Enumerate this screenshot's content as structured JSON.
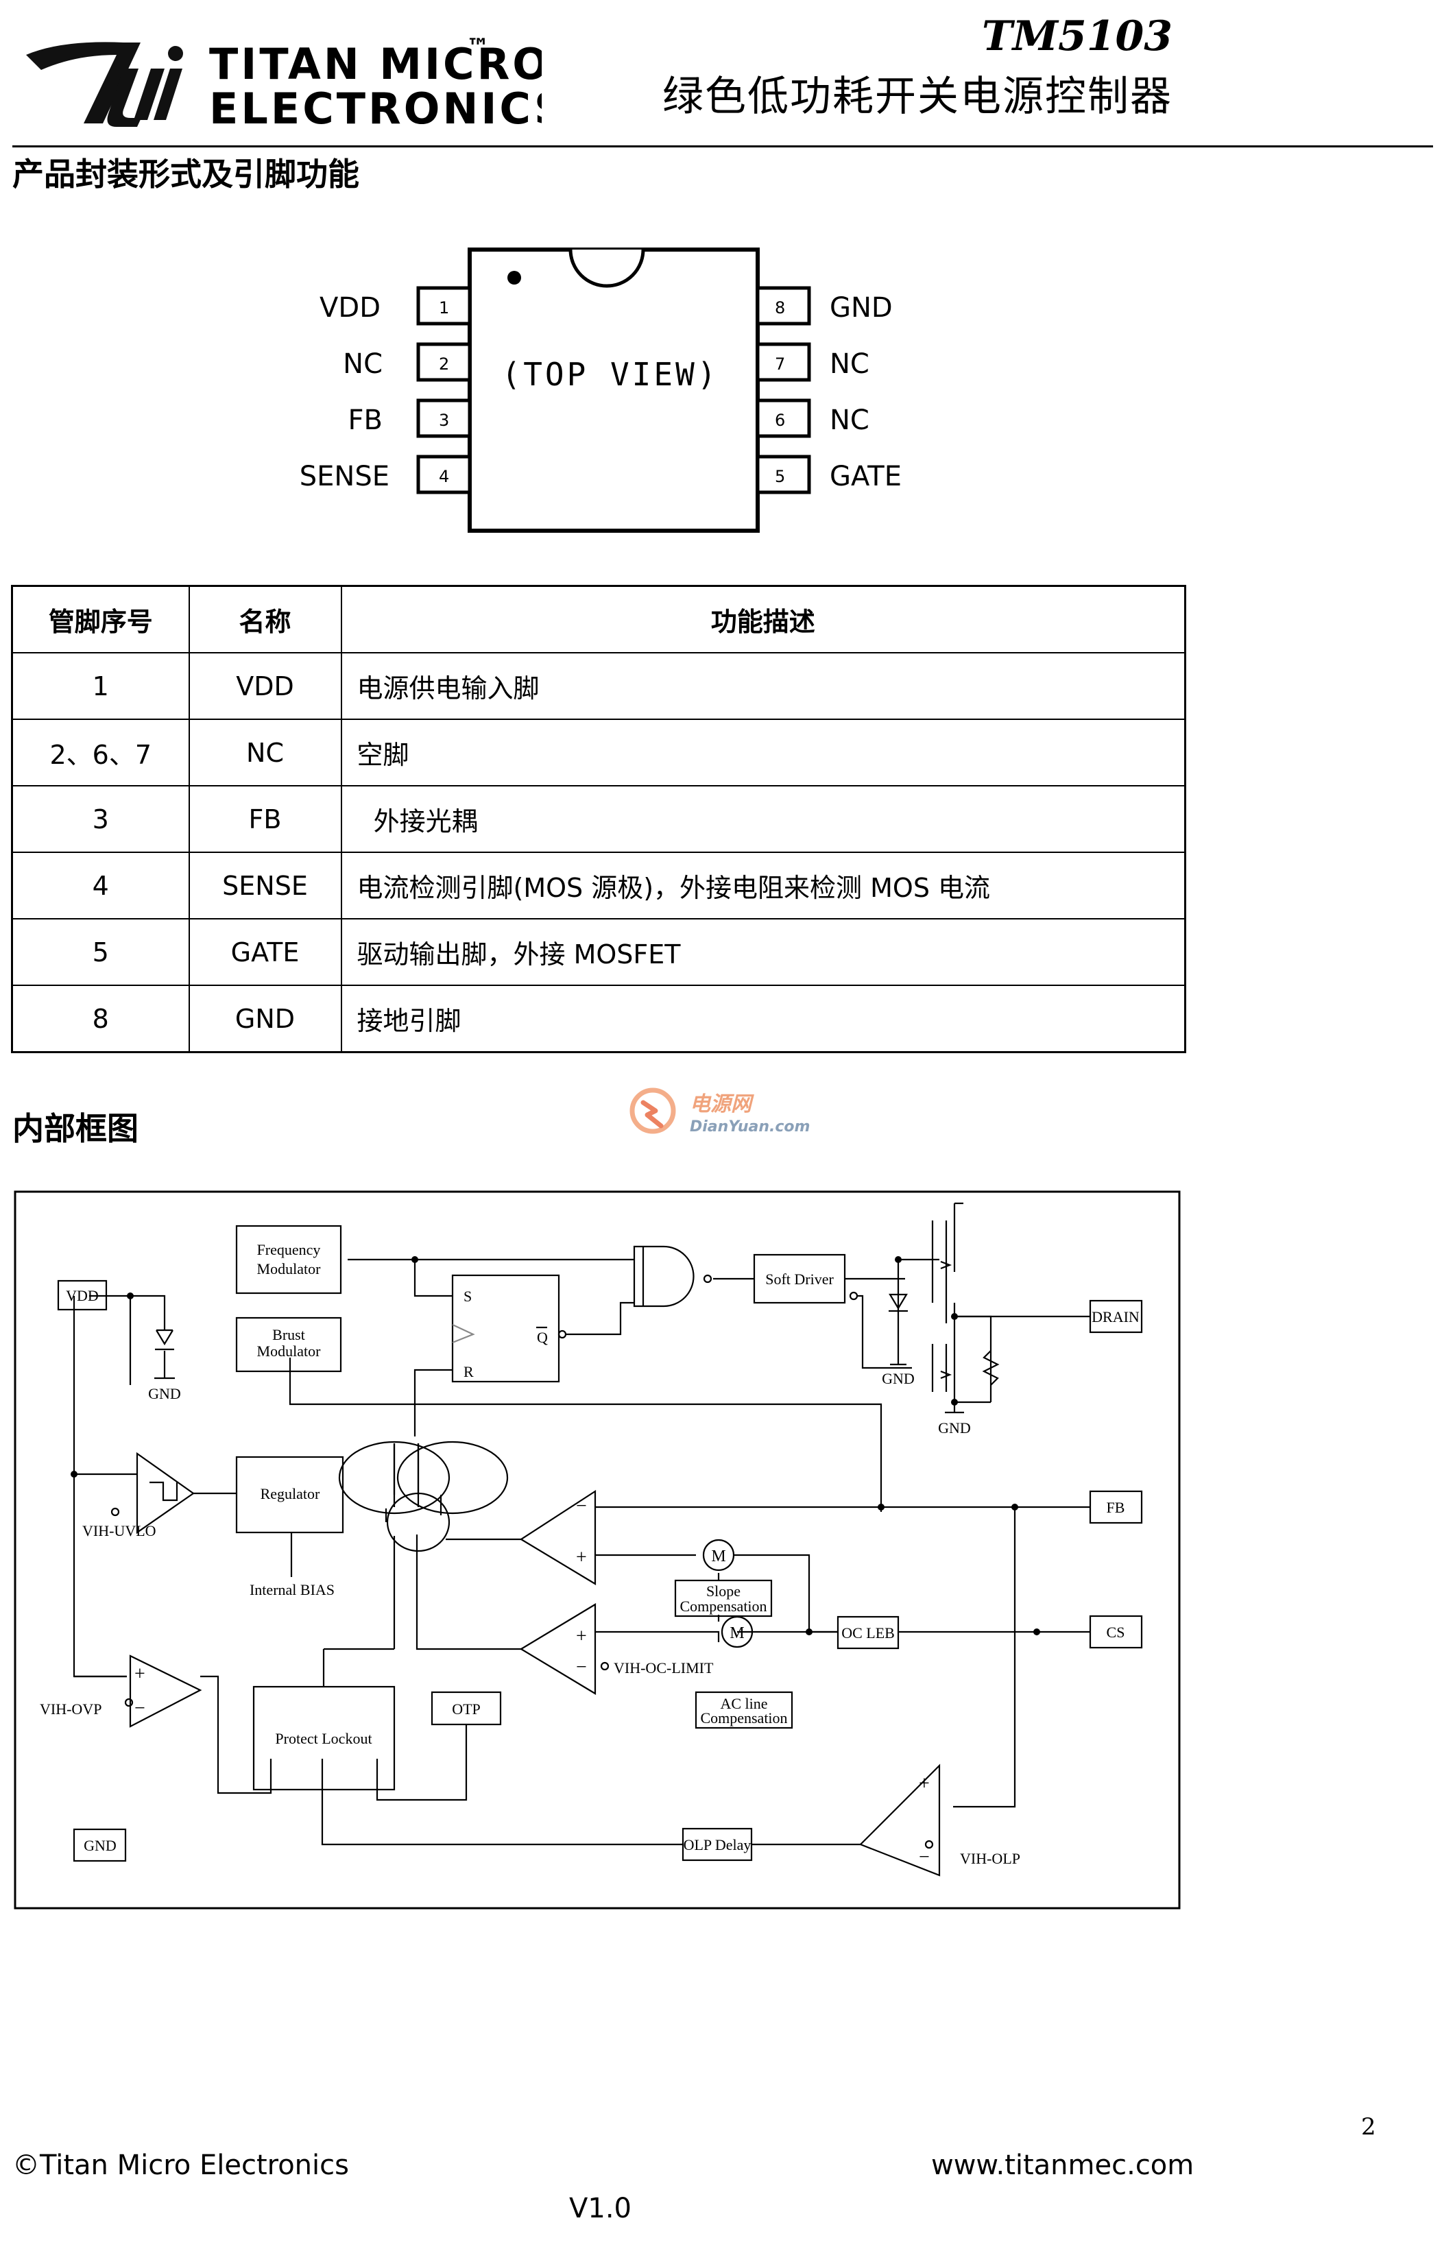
{
  "header": {
    "company_line1": "TITAN MICRO",
    "company_line2": "ELECTRONICS",
    "trademark": "™",
    "part_number": "TM5103",
    "doc_title": "绿色低功耗开关电源控制器"
  },
  "sections": {
    "package": "产品封装形式及引脚功能",
    "block_diagram": "内部框图"
  },
  "package": {
    "center_label": "(TOP VIEW)",
    "left_pins": [
      {
        "num": "1",
        "name": "VDD"
      },
      {
        "num": "2",
        "name": "NC"
      },
      {
        "num": "3",
        "name": "FB"
      },
      {
        "num": "4",
        "name": "SENSE"
      }
    ],
    "right_pins": [
      {
        "num": "8",
        "name": "GND"
      },
      {
        "num": "7",
        "name": "NC"
      },
      {
        "num": "6",
        "name": "NC"
      },
      {
        "num": "5",
        "name": "GATE"
      }
    ]
  },
  "pin_table": {
    "headers": [
      "管脚序号",
      "名称",
      "功能描述"
    ],
    "rows": [
      [
        "1",
        "VDD",
        "电源供电输入脚"
      ],
      [
        "2、6、7",
        "NC",
        "空脚"
      ],
      [
        "3",
        "FB",
        "  外接光耦"
      ],
      [
        "4",
        "SENSE",
        "电流检测引脚(MOS 源极)，外接电阻来检测 MOS 电流"
      ],
      [
        "5",
        "GATE",
        "驱动输出脚，外接 MOSFET"
      ],
      [
        "8",
        "GND",
        "接地引脚"
      ]
    ]
  },
  "watermark": {
    "cn": "电源网",
    "en": "DianYuan.com"
  },
  "block_diagram": {
    "blocks": {
      "freq_mod": [
        "Frequency",
        "Modulator"
      ],
      "burst_mod": [
        "Brust",
        "Modulator"
      ],
      "regulator": "Regulator",
      "internal_bias": "Internal BIAS",
      "soft_driver": "Soft Driver",
      "slope_comp": [
        "Slope",
        "Compensation"
      ],
      "ac_comp": [
        "AC line",
        "Compensation"
      ],
      "oc_leb": "OC LEB",
      "protect_lockout": "Protect Lockout",
      "otp": "OTP",
      "olp_delay": "OLP Delay"
    },
    "pins": {
      "vdd": "VDD",
      "gnd": "GND",
      "drain": "DRAIN",
      "fb": "FB",
      "cs": "CS"
    },
    "labels": {
      "gnd1": "GND",
      "gnd2": "GND",
      "gnd3": "GND",
      "vih_uvlo": "VIH-UVLO",
      "vih_ovp": "VIH-OVP",
      "vih_oc_limit": "VIH-OC-LIMIT",
      "vih_olp": "VIH-OLP",
      "s": "S",
      "r": "R",
      "q": "Q",
      "plus": "+",
      "minus": "−",
      "m": "M"
    }
  },
  "footer": {
    "page_number": "2",
    "copyright": "©Titan Micro Electronics",
    "website": "www.titanmec.com",
    "version": "V1.0"
  }
}
